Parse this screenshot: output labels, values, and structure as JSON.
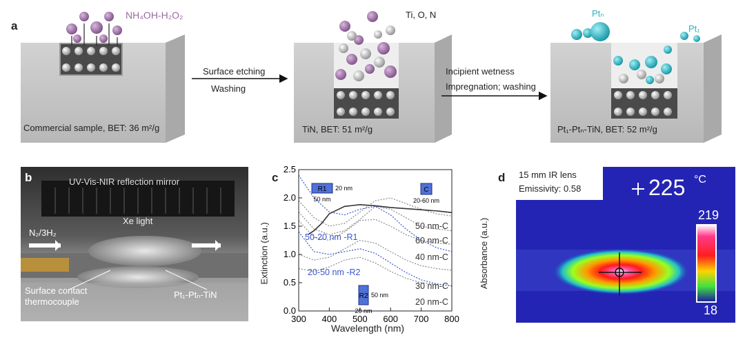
{
  "panel_a": {
    "label": "a",
    "reagent": "NH₄OH-H₂O₂",
    "elements_label": "Ti, O, N",
    "pt_n_label": "Ptₙ",
    "pt_1_label": "Pt₁",
    "step1_top": "Surface etching",
    "step1_bottom": "Washing",
    "step2_top": "Incipient wetness",
    "step2_bottom": "Impregnation; washing",
    "caption1": "Commercial sample, BET: 36 m²/g",
    "caption2": "TiN, BET: 51 m²/g",
    "caption3": "Pt₁-Ptₙ-TiN, BET: 52 m²/g",
    "colors": {
      "purple": "#9a6aa0",
      "gray": "#bdbdbd",
      "cyan": "#2ab3c0",
      "block": "#cacaca"
    }
  },
  "panel_b": {
    "label": "b",
    "mirror": "UV-Vis-NIR reflection mirror",
    "light": "Xe light",
    "gas": "N₂/3H₂",
    "thermocouple": "Surface contact thermocouple",
    "sample": "Pt₁-Ptₙ-TiN"
  },
  "panel_c": {
    "label": "c",
    "chart_data": {
      "type": "line",
      "xlabel": "Wavelength (nm)",
      "ylabel": "Extinction (a.u.)",
      "ylabel_right": "Absorbance (a.u.)",
      "xlim": [
        300,
        800
      ],
      "ylim": [
        0,
        2.5
      ],
      "x_ticks": [
        "300",
        "400",
        "500",
        "600",
        "700",
        "800"
      ],
      "y_ticks": [
        "0.0",
        "0.5",
        "1.0",
        "1.5",
        "2.0",
        "2.5"
      ],
      "series": [
        {
          "name": "50 nm-C",
          "color": "#888888",
          "x": [
            300,
            350,
            400,
            450,
            500,
            550,
            600,
            650,
            700,
            750,
            800
          ],
          "y": [
            1.95,
            1.65,
            1.5,
            1.55,
            1.75,
            1.95,
            2.0,
            1.9,
            1.8,
            1.72,
            1.68
          ]
        },
        {
          "name": "60 nm-C",
          "color": "#888888",
          "x": [
            300,
            350,
            400,
            450,
            500,
            550,
            600,
            650,
            700,
            750,
            800
          ],
          "y": [
            1.75,
            1.45,
            1.35,
            1.42,
            1.62,
            1.85,
            1.8,
            1.65,
            1.5,
            1.45,
            1.42
          ]
        },
        {
          "name": "40 nm-C",
          "color": "#888888",
          "x": [
            300,
            350,
            400,
            450,
            500,
            550,
            600,
            650,
            700,
            750,
            800
          ],
          "y": [
            1.6,
            1.3,
            1.25,
            1.4,
            1.6,
            1.62,
            1.5,
            1.35,
            1.25,
            1.2,
            1.18
          ]
        },
        {
          "name": "30 nm-C",
          "color": "#888888",
          "x": [
            300,
            350,
            400,
            450,
            500,
            550,
            600,
            650,
            700,
            750,
            800
          ],
          "y": [
            1.0,
            0.9,
            0.95,
            1.1,
            1.25,
            1.2,
            1.05,
            0.9,
            0.8,
            0.75,
            0.72
          ]
        },
        {
          "name": "20 nm-C",
          "color": "#888888",
          "x": [
            300,
            350,
            400,
            450,
            500,
            550,
            600,
            650,
            700,
            750,
            800
          ],
          "y": [
            0.75,
            0.7,
            0.78,
            0.9,
            0.95,
            0.85,
            0.7,
            0.58,
            0.5,
            0.47,
            0.45
          ]
        },
        {
          "name": "50-20 nm -R1",
          "color": "#3a55d0",
          "x": [
            300,
            350,
            400,
            450,
            500,
            550,
            600,
            650,
            700,
            750,
            800
          ],
          "y": [
            2.4,
            2.0,
            1.75,
            1.7,
            1.8,
            1.85,
            1.7,
            1.45,
            1.25,
            1.12,
            1.05
          ]
        },
        {
          "name": "20-50 nm -R2",
          "color": "#3a55d0",
          "x": [
            300,
            350,
            400,
            450,
            500,
            550,
            600,
            650,
            700,
            750,
            800
          ],
          "y": [
            1.4,
            1.05,
            1.0,
            1.05,
            1.1,
            1.02,
            0.85,
            0.68,
            0.55,
            0.48,
            0.44
          ]
        },
        {
          "name": "Absorbance",
          "color": "#333333",
          "x": [
            330,
            350,
            375,
            400,
            450,
            500,
            550,
            600,
            650,
            700,
            750,
            800
          ],
          "y": [
            1.35,
            1.42,
            1.55,
            1.72,
            1.85,
            1.88,
            1.86,
            1.83,
            1.81,
            1.79,
            1.77,
            1.74
          ]
        }
      ],
      "insets": [
        {
          "name": "R1",
          "dim_right": "20 nm",
          "dim_bottom": "50 nm"
        },
        {
          "name": "C",
          "dim_bottom": "20-60 nm"
        },
        {
          "name": "R2",
          "dim_right": "50 nm",
          "dim_bottom": "20 nm"
        }
      ],
      "grid": false
    }
  },
  "panel_d": {
    "label": "d",
    "lens": "15 mm IR lens",
    "emissivity": "Emissivity: 0.58",
    "temperature": "225",
    "unit": "°C",
    "scale_max": "219",
    "scale_min": "18"
  }
}
